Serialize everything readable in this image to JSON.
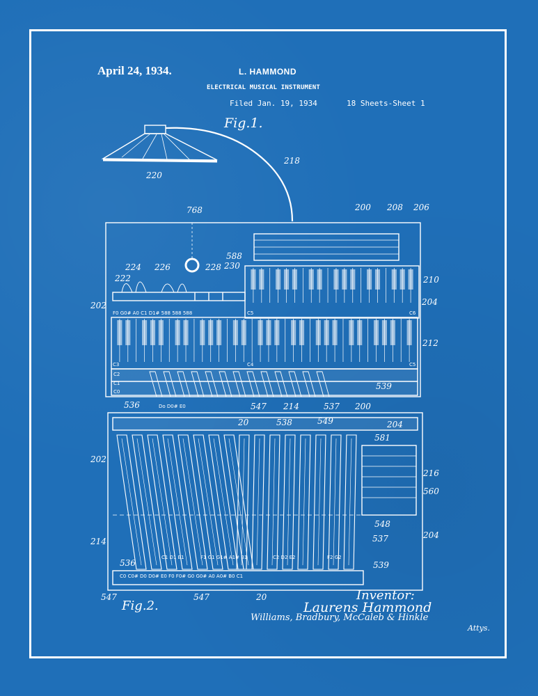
{
  "header": {
    "date": "April 24, 1934.",
    "inventor": "L. HAMMOND",
    "title": "ELECTRICAL MUSICAL INSTRUMENT",
    "filed": "Filed Jan. 19, 1934",
    "sheets": "18 Sheets-Sheet 1"
  },
  "figures": {
    "fig1_label": "Fig.1.",
    "fig2_label": "Fig.2."
  },
  "signature": {
    "inventor_label": "Inventor:",
    "inventor_name": "Laurens Hammond",
    "attorneys": "Williams, Bradbury, McCaleb & Hinkle",
    "attorneys_label": "Attys."
  },
  "reference_numerals": {
    "n220": "220",
    "n218": "218",
    "n768": "768",
    "n200": "200",
    "n208": "208",
    "n206": "206",
    "n224": "224",
    "n226": "226",
    "n222": "222",
    "n228": "228",
    "n230": "230",
    "n588a": "588",
    "n210": "210",
    "n202": "202",
    "n204": "204",
    "n212": "212",
    "n539": "539",
    "n536": "536",
    "n547": "547",
    "n214": "214",
    "n537": "537",
    "n200b": "200",
    "n20a": "20",
    "n538": "538",
    "n549": "549",
    "n204b": "204",
    "n581": "581",
    "n202b": "202",
    "n216": "216",
    "n560": "560",
    "n548": "548",
    "n214b": "214",
    "n204c": "204",
    "n537b": "537",
    "n536b": "536",
    "n539b": "539",
    "n547b": "547",
    "n547c": "547",
    "n20b": "20"
  },
  "key_notes": {
    "row1": "F0 G0# A0 C1 D1# 588 588 588",
    "c5": "C5",
    "c6": "C6",
    "c3": "C3",
    "c4": "C4",
    "c5b": "C5",
    "c2": "C2",
    "c1": "C1",
    "c0": "C0",
    "low_row": "Do  D0#  E0",
    "low_keys": "C0 C0# D0 D0# E0 F0 F0# G0 G0# A0 A0# B0 C1",
    "fig2_notes_left": "C1 D1 E1",
    "fig2_notes_mid": "F1 G1 G1# A1# B1",
    "fig2_notes_right": "C2 D2 E2",
    "fig2_notes_far": "F2 G2"
  },
  "colors": {
    "background": "#1f6fb8",
    "ink": "#ffffff"
  }
}
